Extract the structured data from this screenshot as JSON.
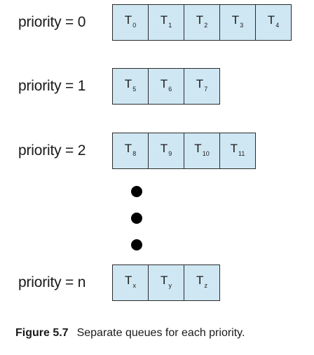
{
  "queues": [
    {
      "label": "priority = 0",
      "threads": [
        {
          "base": "T",
          "sub": "0"
        },
        {
          "base": "T",
          "sub": "1"
        },
        {
          "base": "T",
          "sub": "2"
        },
        {
          "base": "T",
          "sub": "3"
        },
        {
          "base": "T",
          "sub": "4"
        }
      ]
    },
    {
      "label": "priority = 1",
      "threads": [
        {
          "base": "T",
          "sub": "5"
        },
        {
          "base": "T",
          "sub": "6"
        },
        {
          "base": "T",
          "sub": "7"
        }
      ]
    },
    {
      "label": "priority = 2",
      "threads": [
        {
          "base": "T",
          "sub": "8"
        },
        {
          "base": "T",
          "sub": "9"
        },
        {
          "base": "T",
          "sub": "10"
        },
        {
          "base": "T",
          "sub": "11"
        }
      ]
    },
    {
      "label": "priority = n",
      "threads": [
        {
          "base": "T",
          "sub": "x"
        },
        {
          "base": "T",
          "sub": "y"
        },
        {
          "base": "T",
          "sub": "z"
        }
      ]
    }
  ],
  "ellipsis_icon": "vertical-ellipsis-dots",
  "colors": {
    "cell_fill": "#cfe7f3",
    "cell_border": "#2b2b2b",
    "dot": "#000000",
    "text": "#1a1a1a"
  },
  "caption": {
    "number": "Figure 5.7",
    "text": "Separate queues for each priority."
  }
}
